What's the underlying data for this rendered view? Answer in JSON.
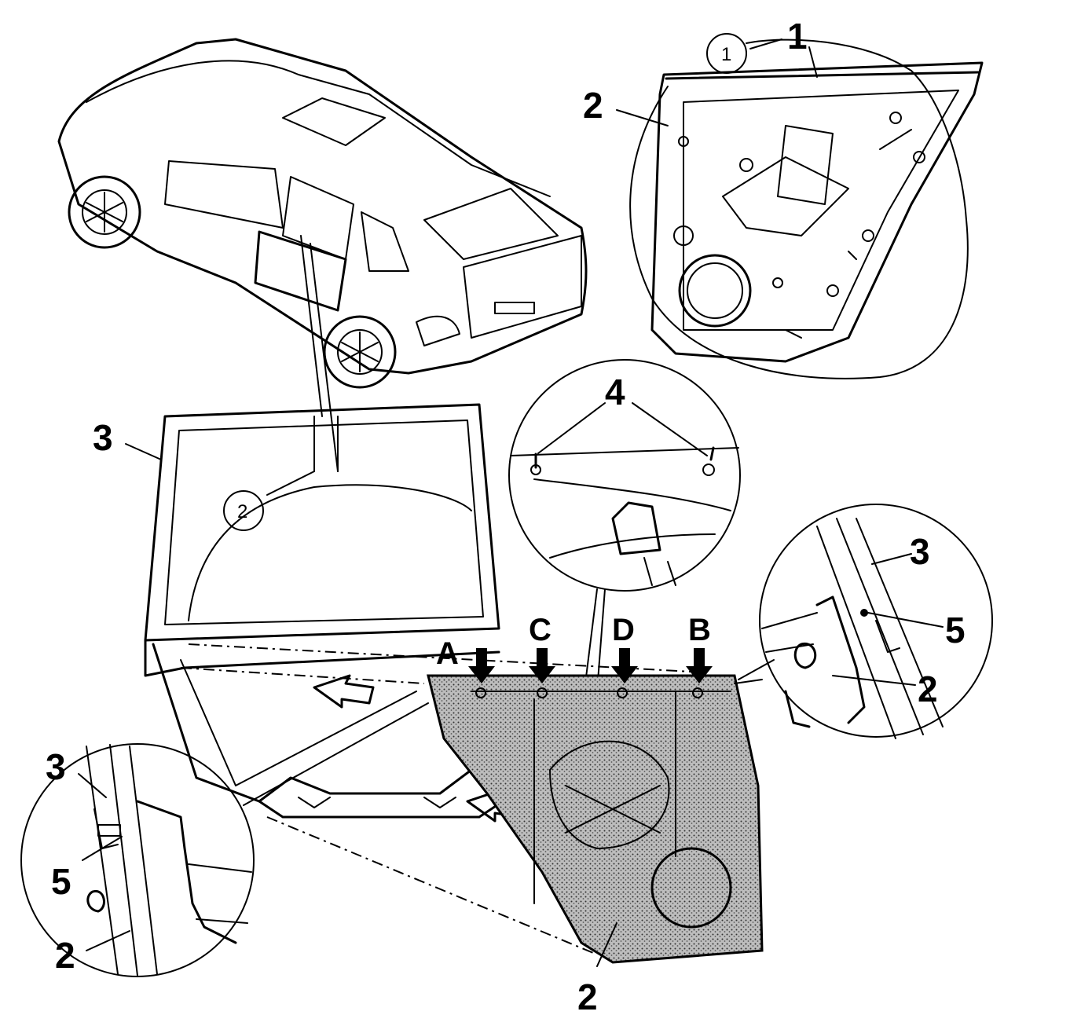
{
  "diagram": {
    "callouts": {
      "top_right_1": "1",
      "top_right_circled_1": "1",
      "top_right_2": "2",
      "glass_3": "3",
      "glass_circled_2": "2",
      "detail_4": "4",
      "right_detail_3": "3",
      "right_detail_5": "5",
      "right_detail_2": "2",
      "left_detail_3": "3",
      "left_detail_5": "5",
      "left_detail_2": "2",
      "bottom_2": "2"
    },
    "arrow_labels": [
      "A",
      "C",
      "D",
      "B"
    ]
  }
}
